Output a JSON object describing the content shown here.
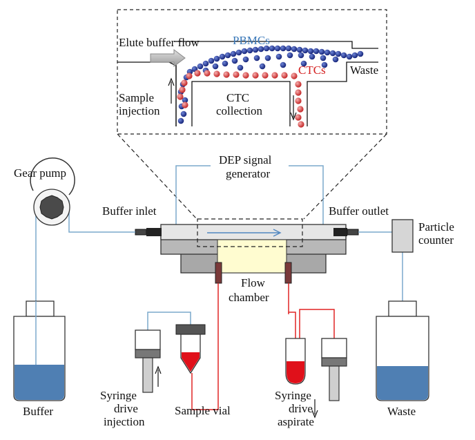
{
  "labels": {
    "elute_buffer_flow": "Elute buffer flow",
    "pbmcs": "PBMCs",
    "ctcs": "CTCs",
    "waste_inset": "Waste",
    "sample_injection_1": "Sample",
    "sample_injection_2": "injection",
    "ctc_collection_1": "CTC",
    "ctc_collection_2": "collection",
    "dep_1": "DEP signal",
    "dep_2": "generator",
    "gear_pump": "Gear pump",
    "buffer_inlet": "Buffer inlet",
    "buffer_outlet": "Buffer outlet",
    "particle_counter_1": "Particle",
    "particle_counter_2": "counter",
    "flow_chamber_1": "Flow",
    "flow_chamber_2": "chamber",
    "buffer": "Buffer",
    "waste": "Waste",
    "syringe_inj_1": "Syringe",
    "syringe_inj_2": "drive",
    "syringe_inj_3": "injection",
    "sample_vial": "Sample vial",
    "syringe_asp_1": "Syringe",
    "syringe_asp_2": "drive",
    "syringe_asp_3": "aspirate"
  },
  "colors": {
    "line_blue": "#7aa8cc",
    "pbmc_blue": "#1c2f8c",
    "ctc_red": "#d23b3b",
    "liquid_blue": "#4f7fb3",
    "liquid_red": "#e0101a",
    "chamber_gray": "#b4b4b4",
    "chamber_yellow": "#fffcd0",
    "label_blue": "#3a78b8",
    "label_red": "#d42020"
  }
}
